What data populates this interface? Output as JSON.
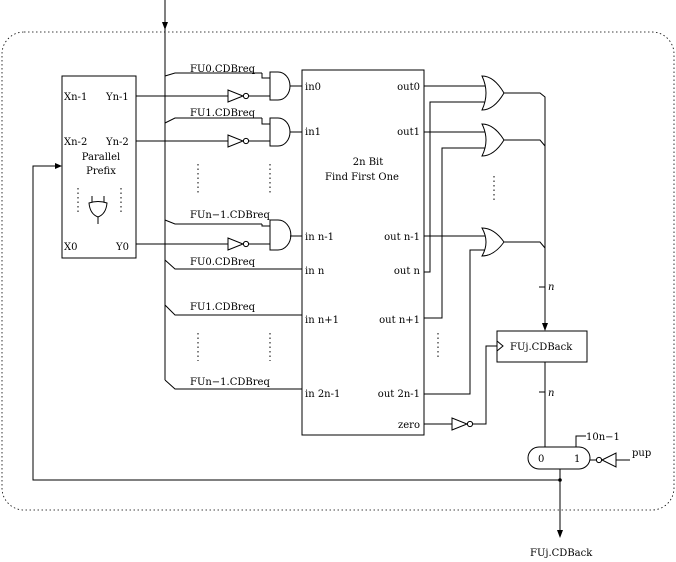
{
  "parallel_prefix": {
    "left_ports": [
      "Xn-1",
      "Xn-2",
      "X0"
    ],
    "right_ports": [
      "Yn-1",
      "Yn-2",
      "Y0"
    ],
    "title_line1": "Parallel",
    "title_line2": "Prefix"
  },
  "request_labels": {
    "fu0_a": "FU0.CDBreq",
    "fu1_a": "FU1.CDBreq",
    "fun1_a": "FUn−1.CDBreq",
    "fu0_b": "FU0.CDBreq",
    "fu1_b": "FU1.CDBreq",
    "fun1_b": "FUn−1.CDBreq"
  },
  "find_first_one": {
    "title_line1": "2n Bit",
    "title_line2": "Find First One",
    "inputs": [
      "in0",
      "in1",
      "in n-1",
      "in n",
      "in n+1",
      "in 2n-1"
    ],
    "outputs": [
      "out0",
      "out1",
      "out n-1",
      "out n",
      "out n+1",
      "out 2n-1",
      "zero"
    ]
  },
  "register": {
    "label": "FUj.CDBack"
  },
  "mux": {
    "in0": "0",
    "in1": "1",
    "init_value": "10n−1"
  },
  "bus_width_labels": [
    "n",
    "n"
  ],
  "pup_label": "pup",
  "output_label": "FUj.CDBack"
}
